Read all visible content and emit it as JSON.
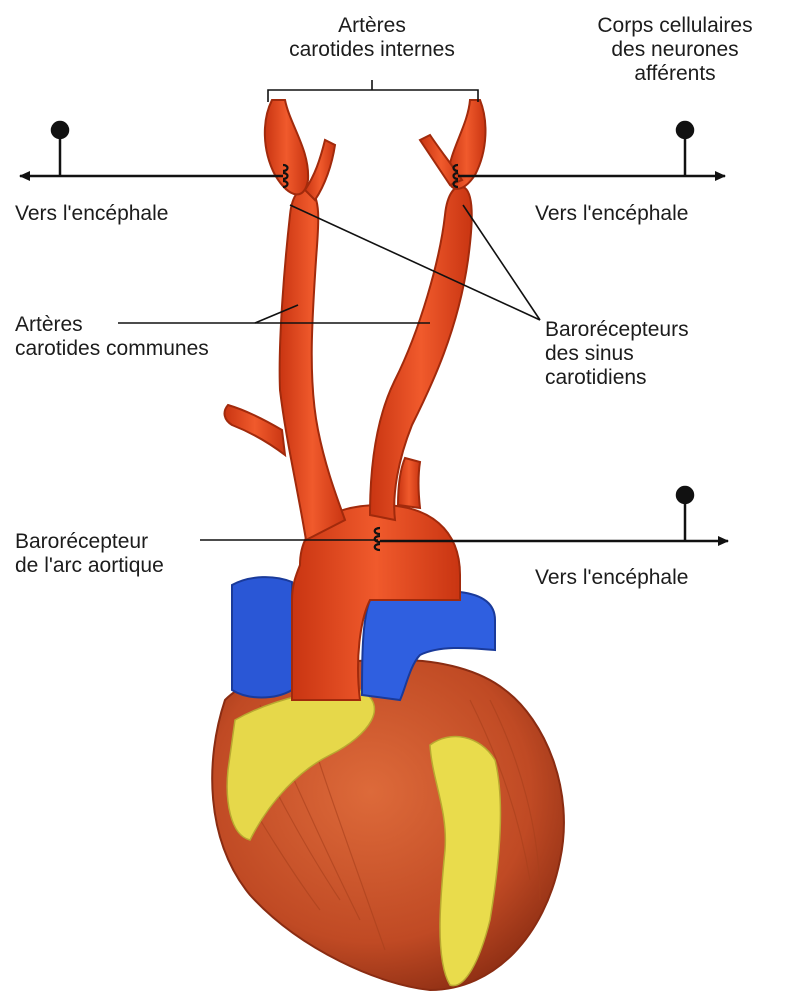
{
  "labels": {
    "internal_carotids": [
      "Artères",
      "carotides internes"
    ],
    "afferent_cell_bodies": [
      "Corps cellulaires",
      "des neurones",
      "afférents"
    ],
    "to_brain_left": "Vers l'encéphale",
    "to_brain_right_top": "Vers l'encéphale",
    "to_brain_right_bottom": "Vers l'encéphale",
    "common_carotids": [
      "Artères",
      "carotides communes"
    ],
    "carotid_sinus_baroreceptors": [
      "Barorécepteurs",
      "des sinus",
      "carotidiens"
    ],
    "aortic_arch_baroreceptor": [
      "Barorécepteur",
      "de l'arc aortique"
    ]
  },
  "colors": {
    "artery": "#e8481f",
    "artery_dark": "#b8300f",
    "vein": "#2a57d6",
    "heart_muscle": "#c9552c",
    "fat": "#e9dc4c",
    "line": "#111111"
  }
}
